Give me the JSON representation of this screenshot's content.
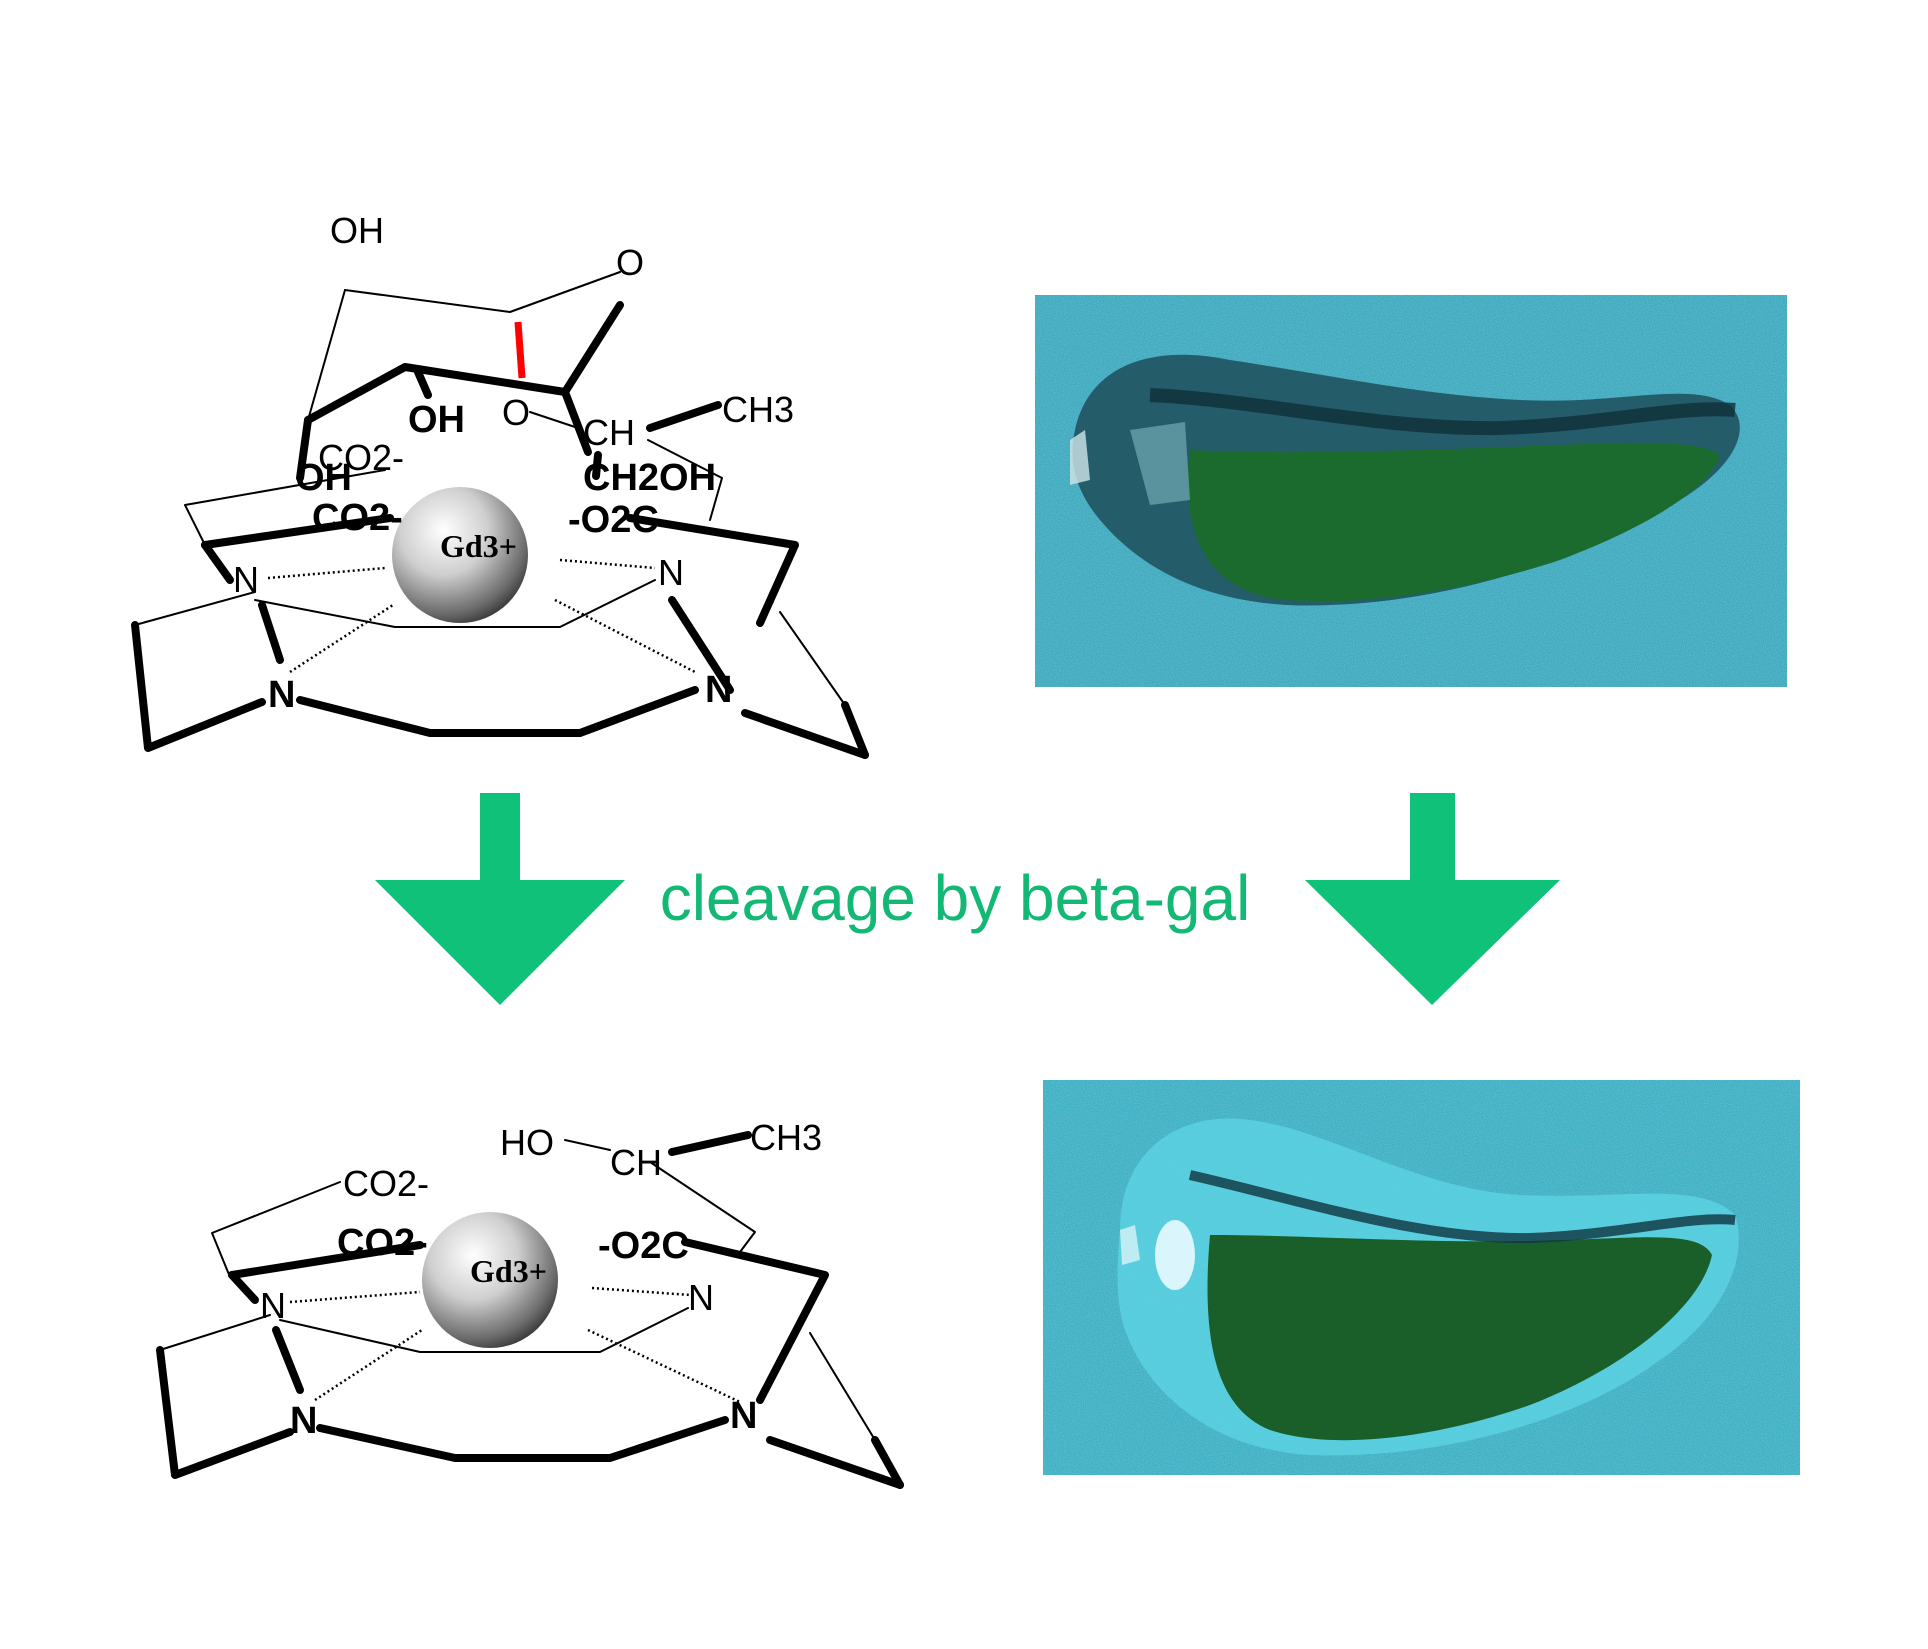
{
  "colors": {
    "arrow": "#10c179",
    "caption": "#12b874",
    "cleavage_bond": "#ff0000",
    "image_background": "#2aa3b8",
    "image_gut": "#1c6b2e"
  },
  "caption": "cleavage by beta-gal",
  "top_molecule": {
    "labels": {
      "oh_top": "OH",
      "ring_o": "O",
      "oh_ring": "OH",
      "glyco_o": "O",
      "ch": "CH",
      "ch3": "CH3",
      "co2_back": "CO2-",
      "oh_left": "OH",
      "ch2oh": "CH2OH",
      "co2_left": "CO2-",
      "o2c_right": "-O2C",
      "metal": "Gd3+",
      "n_back_left": "N",
      "n_back_right": "N",
      "n_front_left": "N",
      "n_front_right": "N"
    }
  },
  "bottom_molecule": {
    "labels": {
      "ho": "HO",
      "ch": "CH",
      "ch3": "CH3",
      "co2_back": "CO2-",
      "co2_left": "CO2-",
      "o2c_right": "-O2C",
      "metal": "Gd3+",
      "n_back_left": "N",
      "n_back_right": "N",
      "n_front_left": "N",
      "n_front_right": "N"
    }
  },
  "images": [
    {
      "name": "tadpole-image-before",
      "state": "dim"
    },
    {
      "name": "tadpole-image-after",
      "state": "bright"
    }
  ]
}
